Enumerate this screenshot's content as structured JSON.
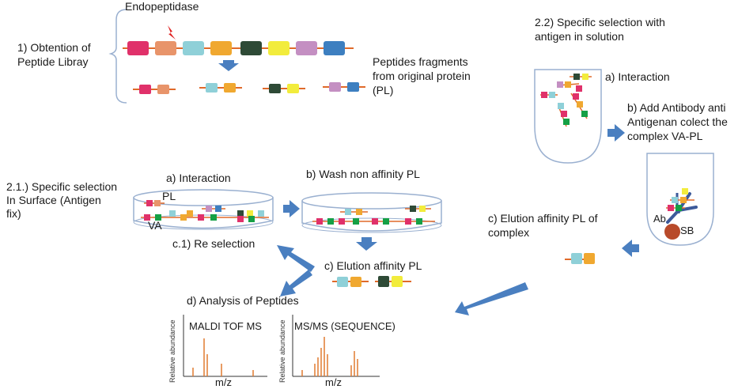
{
  "labels": {
    "endopeptidase": "Endopeptidase",
    "obtention_line1": "1) Obtention of",
    "obtention_line2": "Peptide Libray",
    "fragments_line1": "Peptides fragments",
    "fragments_line2": "from original protein",
    "fragments_line3": "(PL)",
    "solution_line1": "2.2) Specific selection with",
    "solution_line2": "antigen in solution",
    "sol_interaction": "a) Interaction",
    "sol_add_line1": "b) Add Antibody anti",
    "sol_add_line2": "Antigenan colect the",
    "sol_add_line3": "complex VA-PL",
    "ab": "Ab",
    "sb": "SB",
    "surface_line1": "2.1.) Specific selection",
    "surface_line2": "In Surface (Antigen",
    "surface_line3": "fix)",
    "surf_interaction": "a) Interaction",
    "wash": "b) Wash non affinity PL",
    "pl": "PL",
    "va": "VA",
    "reselection": "c.1) Re selection",
    "elution": "c) Elution affinity PL",
    "elution_complex_line1": "c) Elution affinity PL of",
    "elution_complex_line2": "complex",
    "analysis": "d) Analysis of Peptides",
    "maldi": "MALDI TOF MS",
    "msms": "MS/MS (SEQUENCE)",
    "ylabel": "Relative abundance",
    "xlabel": "m/z"
  },
  "colors": {
    "block_sequence": [
      "#e0316a",
      "#e8946a",
      "#8fd0d8",
      "#f0a830",
      "#2e4a36",
      "#f2ec3c",
      "#c48fc2",
      "#3d7fc0"
    ],
    "backbone": "#e06a2a",
    "arrow": "#4a7fc0",
    "antibody": "#3d5a9a",
    "bead": "#b84a2a",
    "spectrum": "#e07a30"
  }
}
